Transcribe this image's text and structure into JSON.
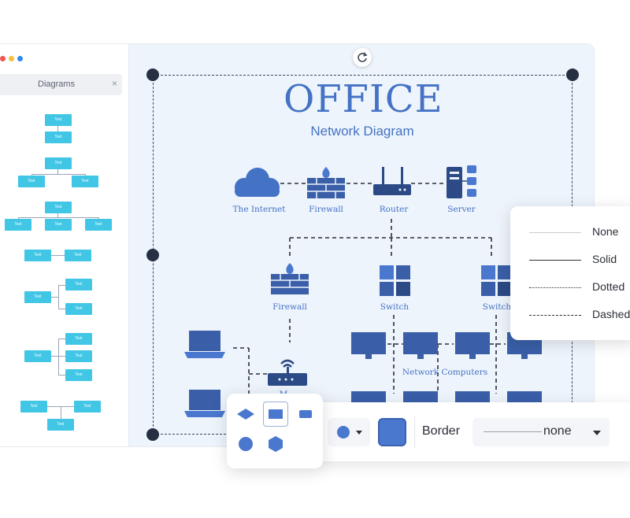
{
  "sidebar": {
    "tab_label": "Diagrams",
    "close_glyph": "×",
    "thumbnail_box_label": "Text",
    "window_dots": [
      "#f0544f",
      "#f6be39",
      "#2d8cf0"
    ]
  },
  "diagram": {
    "title": "OFFICE",
    "subtitle": "Network Diagram",
    "labels": {
      "internet": "The Internet",
      "firewall_top": "Firewall",
      "router": "Router",
      "server": "Server",
      "firewall_mid": "Firewall",
      "switch_1": "Switch",
      "switch_2": "Switch",
      "network_computers": "Network Computers",
      "modem_partial": "M..."
    },
    "accent_color": "#4472c4",
    "icon_color": "#3a5fa8"
  },
  "line_style_menu": {
    "options": [
      {
        "label": "None",
        "style": "none"
      },
      {
        "label": "Solid",
        "style": "solid"
      },
      {
        "label": "Dotted",
        "style": "dotted"
      },
      {
        "label": "Dashed",
        "style": "dashed"
      }
    ]
  },
  "toolbar": {
    "fill_color": "#4a78cf",
    "border_label": "Border",
    "border_value": "none"
  },
  "shape_picker": {
    "shapes": [
      "diamond-icon",
      "rectangle-icon",
      "rounded-rect-icon",
      "circle-icon",
      "hexagon-icon"
    ],
    "selected": "rectangle-icon"
  }
}
